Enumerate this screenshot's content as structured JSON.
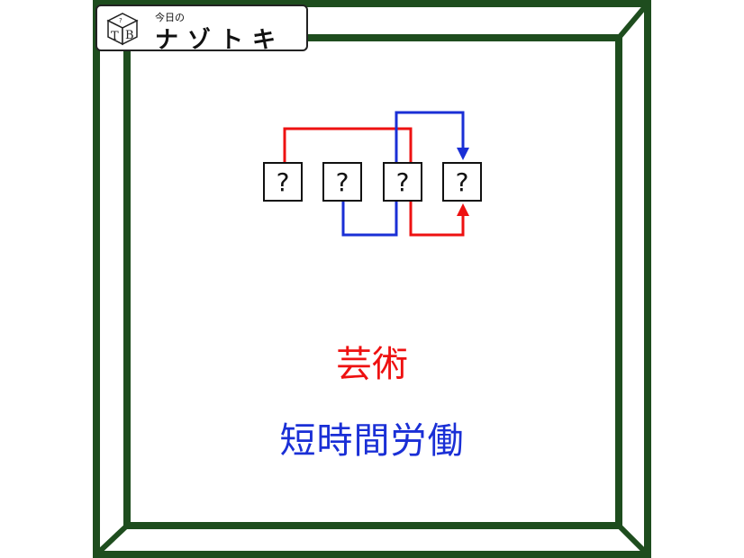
{
  "badge": {
    "small_text": "今日の",
    "title": "ナゾトキ",
    "logo_letters": "TB"
  },
  "puzzle": {
    "boxes": [
      "?",
      "?",
      "?",
      "?"
    ],
    "red_clue": "芸術",
    "blue_clue": "短時間労働"
  },
  "colors": {
    "frame": "#1e4d1e",
    "red": "#ee1111",
    "blue": "#1a2fd6"
  }
}
